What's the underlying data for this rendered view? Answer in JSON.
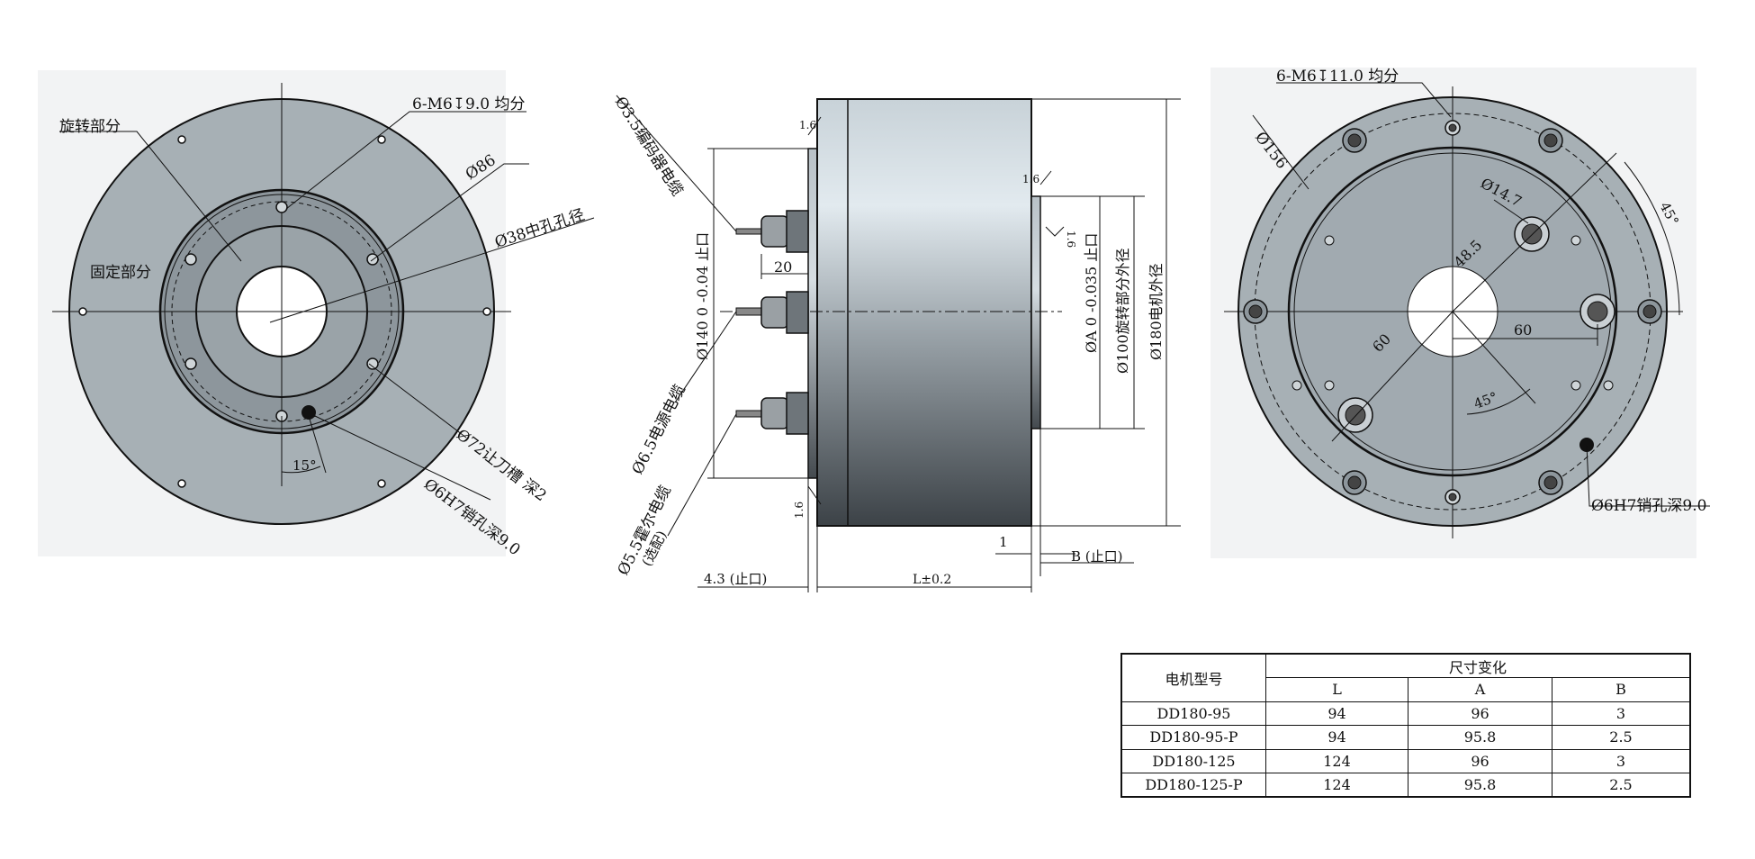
{
  "front_view": {
    "rotating_part": "旋转部分",
    "fixed_part": "固定部分",
    "thread_label": "6-M6↧9.0 均分",
    "dim_86": "Ø86",
    "center_hole": "Ø38中孔孔径",
    "groove": "Ø72让刀槽 深2",
    "pin_hole": "Ø6H7销孔深9.0",
    "angle": "15°"
  },
  "side_view": {
    "encoder_cable": "Ø3.5编码器电缆",
    "power_cable": "Ø6.5电源电缆",
    "hall_cable": "Ø5.5霍尔电缆",
    "hall_optional": "(选配)",
    "dim_20": "20",
    "dim_140": "Ø140 0 -0.04 止口",
    "dim_A": "ØA 0 -0.035 止口",
    "dim_100": "Ø100旋转部分外径",
    "dim_180": "Ø180电机外径",
    "rough_top_left": "1.6",
    "rough_top_right": "1.6",
    "rough_right": "1.6",
    "rough_bottom": "1.6",
    "dim_43": "4.3 (止口)",
    "dim_L": "L±0.2",
    "dim_1": "1",
    "dim_B": "B (止口)"
  },
  "back_view": {
    "thread_label": "6-M6↧11.0 均分",
    "dim_156": "Ø156",
    "dim_147": "Ø14.7",
    "dim_485": "48.5",
    "dim_60a": "60",
    "dim_60b": "60",
    "angle_45a": "45°",
    "angle_45b": "45°",
    "pin_hole": "Ø6H7销孔深9.0"
  },
  "table": {
    "col_model": "电机型号",
    "col_group": "尺寸变化",
    "col_L": "L",
    "col_A": "A",
    "col_B": "B",
    "rows": [
      {
        "model": "DD180-95",
        "L": "94",
        "A": "96",
        "B": "3"
      },
      {
        "model": "DD180-95-P",
        "L": "94",
        "A": "95.8",
        "B": "2.5"
      },
      {
        "model": "DD180-125",
        "L": "124",
        "A": "96",
        "B": "3"
      },
      {
        "model": "DD180-125-P",
        "L": "124",
        "A": "95.8",
        "B": "2.5"
      }
    ]
  },
  "colors": {
    "body_gray": "#a7b0b5",
    "inner_gray": "#8d969c",
    "line": "#111111"
  }
}
